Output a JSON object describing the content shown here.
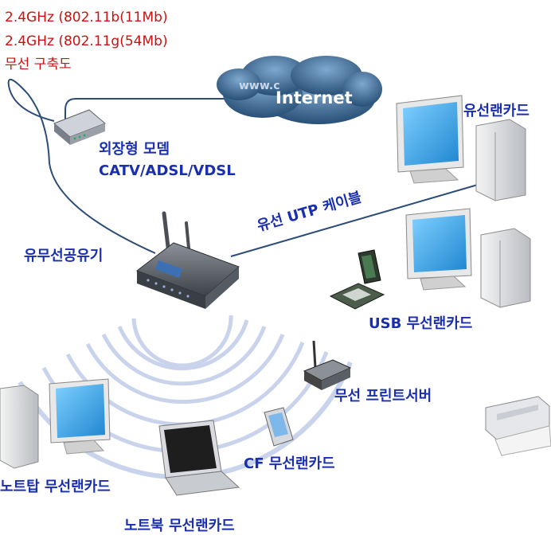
{
  "header": {
    "line1": "2.4GHz (802.11b(11Mb)",
    "line2": "2.4GHz (802.11g(54Mb)",
    "line3": "무선 구축도"
  },
  "cloud": {
    "small_text": "www.c",
    "label": "Internet"
  },
  "labels": {
    "modem_line1": "외장형 모뎀",
    "modem_line2": "CATV/ADSL/VDSL",
    "wired_lan_card": "유선랜카드",
    "utp_cable": "유선 UTP 케이블",
    "router": "유무선공유기",
    "usb_lan_card": "USB 무선랜카드",
    "print_server": "무선 프린트서버",
    "cf_lan_card": "CF 무선랜카드",
    "desktop_lan_card": "노트탑 무선랜카드",
    "notebook_lan_card": "노트북 무선랜카드"
  },
  "colors": {
    "label_blue": "#1a2eb0",
    "header_red": "#cc1111",
    "cloud_blue": "#2f5f8a",
    "cable_blue": "#2c4d78",
    "wave_blue": "#c9d3ec",
    "monitor_screen": "#3aa5e6"
  }
}
